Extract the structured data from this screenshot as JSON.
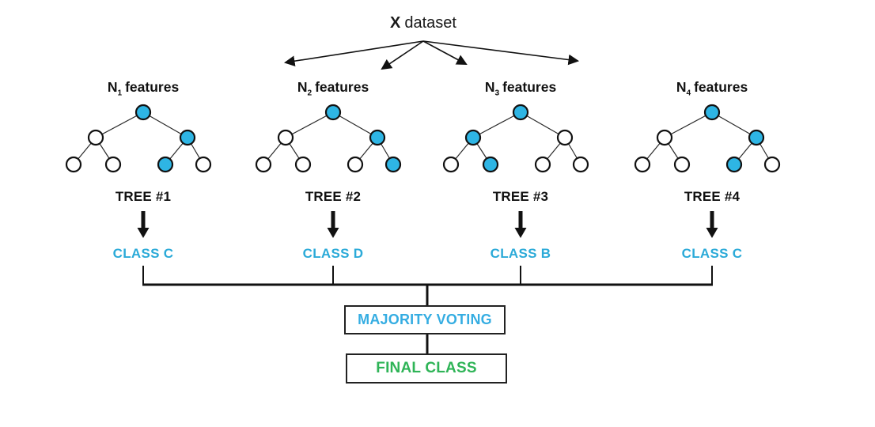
{
  "colors": {
    "node_fill": "#2EB5E4",
    "node_empty": "#FFFFFF",
    "node_stroke": "#111111",
    "edge": "#2A2A2A",
    "arrow": "#111111",
    "bracket": "#111111",
    "class_text": "#2BAAD8",
    "voting_text": "#35ADE2",
    "final_text": "#2FB457",
    "box_border": "#222222"
  },
  "dataset": {
    "name": "X",
    "word": "dataset"
  },
  "trees": [
    {
      "n": "N",
      "sub": "1",
      "suffix": "features",
      "tree_label": "TREE #1",
      "class_label": "CLASS C",
      "nodes": [
        1,
        0,
        1,
        0,
        0,
        1,
        0
      ]
    },
    {
      "n": "N",
      "sub": "2",
      "suffix": "features",
      "tree_label": "TREE #2",
      "class_label": "CLASS D",
      "nodes": [
        1,
        0,
        1,
        0,
        0,
        0,
        1
      ]
    },
    {
      "n": "N",
      "sub": "3",
      "suffix": "features",
      "tree_label": "TREE #3",
      "class_label": "CLASS B",
      "nodes": [
        1,
        1,
        0,
        0,
        1,
        0,
        0
      ]
    },
    {
      "n": "N",
      "sub": "4",
      "suffix": "features",
      "tree_label": "TREE #4",
      "class_label": "CLASS C",
      "nodes": [
        1,
        0,
        1,
        0,
        0,
        1,
        0
      ]
    }
  ],
  "voting": {
    "label": "MAJORITY VOTING"
  },
  "final": {
    "label": "FINAL CLASS"
  }
}
